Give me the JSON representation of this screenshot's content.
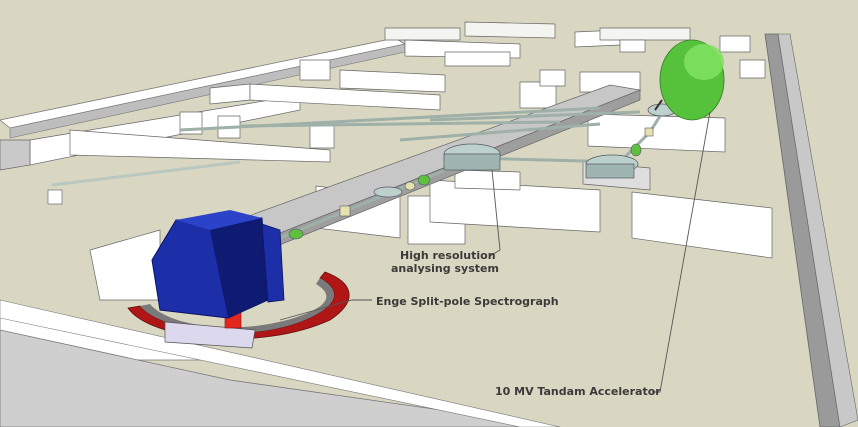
{
  "labels": {
    "analysing_system_line1": "High resolution",
    "analysing_system_line2": "analysing system",
    "spectrograph": "Enge Split-pole Spectrograph",
    "accelerator": "10 MV Tandam Accelerator"
  },
  "colors": {
    "ground": "#d9d7c2",
    "wall_top": "#ffffff",
    "wall_side": "#bdbdbd",
    "wall_dark": "#8e8e8e",
    "beamline": "#9fb0a8",
    "accelerator": "#56c23c",
    "spectrograph_body": "#1d2fa8",
    "spectrograph_dark": "#0f1a72",
    "base_ring": "#b01616",
    "magnet": "#bcd0cc"
  }
}
